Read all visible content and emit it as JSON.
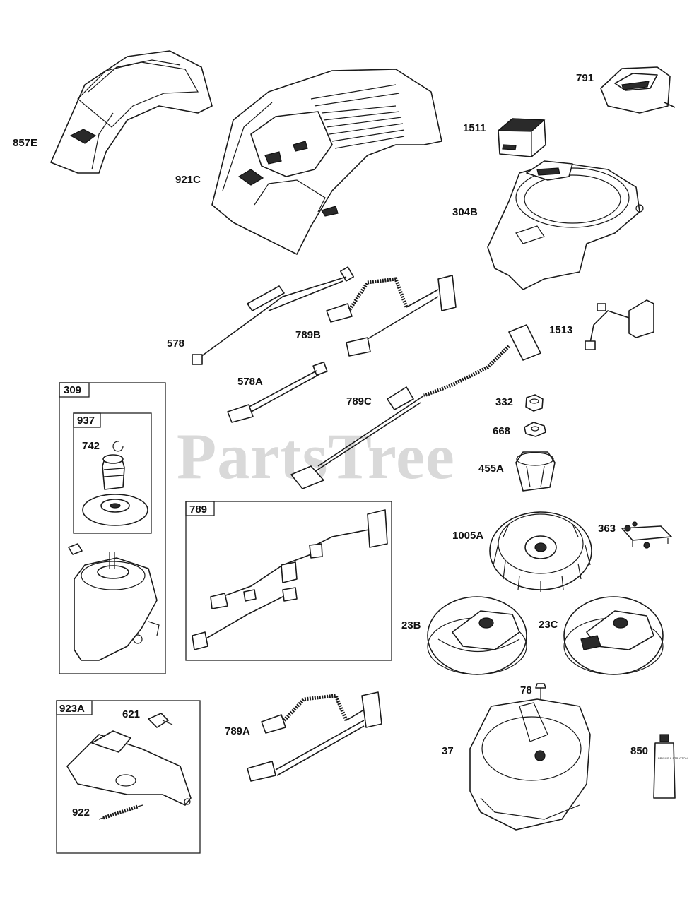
{
  "watermark": "PartsTree",
  "callouts": [
    {
      "id": "857E"
    },
    {
      "id": "921C"
    },
    {
      "id": "791"
    },
    {
      "id": "1511"
    },
    {
      "id": "304B"
    },
    {
      "id": "578"
    },
    {
      "id": "789B"
    },
    {
      "id": "1513"
    },
    {
      "id": "578A"
    },
    {
      "id": "789C"
    },
    {
      "id": "332"
    },
    {
      "id": "668"
    },
    {
      "id": "455A"
    },
    {
      "id": "742"
    },
    {
      "id": "1005A"
    },
    {
      "id": "363"
    },
    {
      "id": "23B"
    },
    {
      "id": "23C"
    },
    {
      "id": "78"
    },
    {
      "id": "621"
    },
    {
      "id": "789A"
    },
    {
      "id": "37"
    },
    {
      "id": "850"
    },
    {
      "id": "922"
    }
  ],
  "boxes": [
    {
      "id": "309"
    },
    {
      "id": "937"
    },
    {
      "id": "789"
    },
    {
      "id": "923A"
    }
  ],
  "tube_text": "BRIGGS & STRATTON"
}
